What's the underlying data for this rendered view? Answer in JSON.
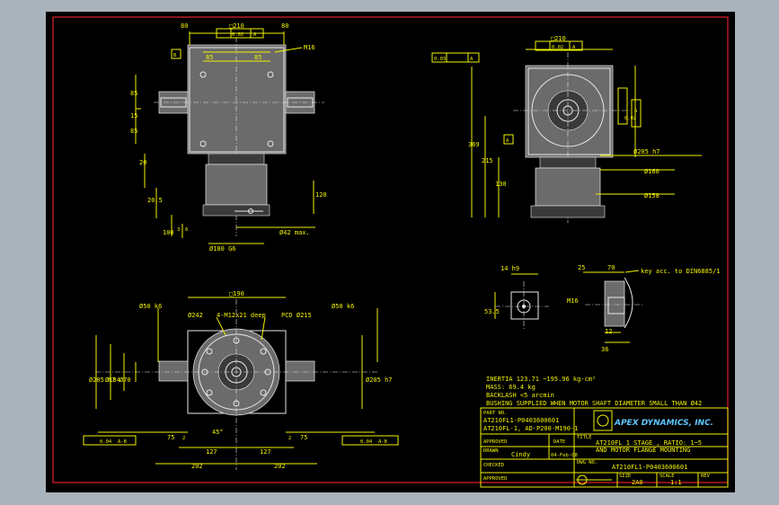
{
  "specs": {
    "inertia": "INERTIA  123.71 ~195.96  kg-cm²",
    "mass": "MASS: 69.4  kg",
    "backlash": "BACKLASH <5 arcmin",
    "bushing": "BUSHING SUPPLIED WHEN MOTOR SHAFT DIAMETER SMALL THAN Ø42"
  },
  "title_block": {
    "part_no_label": "PART NO.",
    "part_no_1": "AT210FL1-P0403600601",
    "part_no_2": "AT210FL-1, AD-P200-M190-1",
    "title_label": "TITLE",
    "title_1": "AT210FL 1 STAGE , RATIO: 1~5",
    "title_2": "AND MOTOR FLANGE MOUNTING",
    "approved_label": "APPROVED",
    "date_label": "DATE",
    "drawn_label": "DRAWN",
    "drawn_by": "Cindy",
    "drawn_date": "04-Feb-08",
    "checked_label": "CHECKED",
    "dwg_no_label": "DWG NO.",
    "dwg_no": "AT210FL1-P0403600601",
    "approved2_label": "APPROVED",
    "size_label": "SIZE",
    "size": "2A0",
    "scale_label": "SCALE",
    "scale": "1:1",
    "rev_label": "REV",
    "company": "APEX DYNAMICS, INC."
  },
  "dims_top_left": [
    "80",
    "□210",
    "80",
    "0.02",
    "A",
    "B",
    "85",
    "85",
    "M16",
    "15",
    "85",
    "85",
    "20",
    "20.5",
    "100",
    "120",
    "Ø180 G6",
    "Ø42 max.",
    "3",
    "6"
  ],
  "dims_top_right": [
    "0.03",
    "A",
    "□210",
    "0.02",
    "A",
    "0.02",
    "A",
    "Ø205 h7",
    "Ø160",
    "Ø158",
    "369",
    "215",
    "130",
    "A"
  ],
  "dims_bottom_left": [
    "□190",
    "Ø242",
    "4-M12x21 deep",
    "PCD Ø215",
    "Ø50 k6",
    "Ø205 h7",
    "Ø184",
    "Ø70",
    "0.04",
    "A-B",
    "75",
    "127",
    "202",
    "45°",
    "2"
  ],
  "dims_bottom_right": [
    "Ø50 k6",
    "Ø205 h7",
    "0.04",
    "A-B",
    "75",
    "127",
    "202",
    "2"
  ],
  "dims_shaft": [
    "14 h9",
    "53.5",
    "M16",
    "25",
    "70",
    "key acc. to DIN6885/1",
    "36",
    "12"
  ]
}
